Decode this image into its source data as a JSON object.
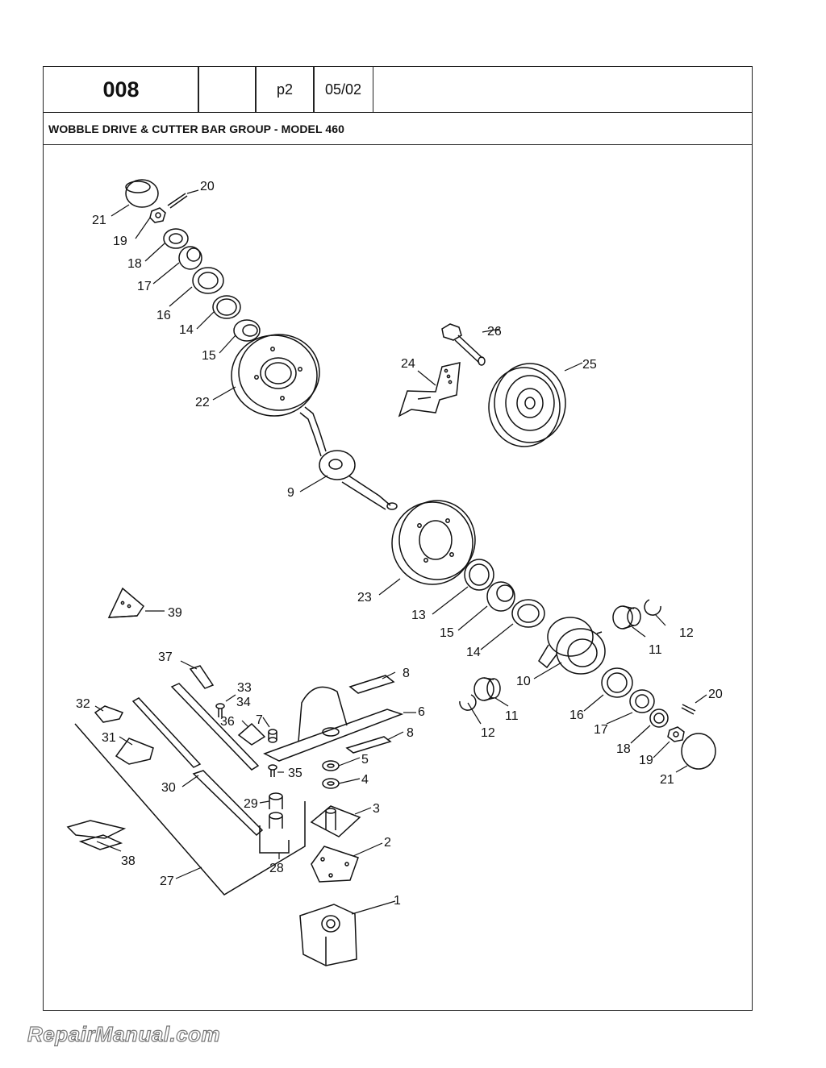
{
  "header": {
    "number": "008",
    "blank": "",
    "page": "p2",
    "date": "05/02"
  },
  "title": "WOBBLE DRIVE & CUTTER BAR GROUP - MODEL 460",
  "watermark": "RepairManual.com",
  "callouts": [
    {
      "id": "c21a",
      "text": "21"
    },
    {
      "id": "c20a",
      "text": "20"
    },
    {
      "id": "c19a",
      "text": "19"
    },
    {
      "id": "c18a",
      "text": "18"
    },
    {
      "id": "c17a",
      "text": "17"
    },
    {
      "id": "c16a",
      "text": "16"
    },
    {
      "id": "c14a",
      "text": "14"
    },
    {
      "id": "c15a",
      "text": "15"
    },
    {
      "id": "c22",
      "text": "22"
    },
    {
      "id": "c26",
      "text": "26"
    },
    {
      "id": "c24",
      "text": "24"
    },
    {
      "id": "c25",
      "text": "25"
    },
    {
      "id": "c9",
      "text": "9"
    },
    {
      "id": "c23",
      "text": "23"
    },
    {
      "id": "c13",
      "text": "13"
    },
    {
      "id": "c15b",
      "text": "15"
    },
    {
      "id": "c14b",
      "text": "14"
    },
    {
      "id": "c12a",
      "text": "12"
    },
    {
      "id": "c11a",
      "text": "11"
    },
    {
      "id": "c10",
      "text": "10"
    },
    {
      "id": "c39",
      "text": "39"
    },
    {
      "id": "c37",
      "text": "37"
    },
    {
      "id": "c8a",
      "text": "8"
    },
    {
      "id": "c33",
      "text": "33"
    },
    {
      "id": "c34",
      "text": "34"
    },
    {
      "id": "c32",
      "text": "32"
    },
    {
      "id": "c36",
      "text": "36"
    },
    {
      "id": "c7",
      "text": "7"
    },
    {
      "id": "c6",
      "text": "6"
    },
    {
      "id": "c8b",
      "text": "8"
    },
    {
      "id": "c31",
      "text": "31"
    },
    {
      "id": "c5",
      "text": "5"
    },
    {
      "id": "c35",
      "text": "35"
    },
    {
      "id": "c4",
      "text": "4"
    },
    {
      "id": "c30",
      "text": "30"
    },
    {
      "id": "c29",
      "text": "29"
    },
    {
      "id": "c3",
      "text": "3"
    },
    {
      "id": "c2",
      "text": "2"
    },
    {
      "id": "c38",
      "text": "38"
    },
    {
      "id": "c28",
      "text": "28"
    },
    {
      "id": "c27",
      "text": "27"
    },
    {
      "id": "c1",
      "text": "1"
    },
    {
      "id": "c11b",
      "text": "11"
    },
    {
      "id": "c12b",
      "text": "12"
    },
    {
      "id": "c20b",
      "text": "20"
    },
    {
      "id": "c16b",
      "text": "16"
    },
    {
      "id": "c17b",
      "text": "17"
    },
    {
      "id": "c18b",
      "text": "18"
    },
    {
      "id": "c19b",
      "text": "19"
    },
    {
      "id": "c21b",
      "text": "21"
    }
  ]
}
